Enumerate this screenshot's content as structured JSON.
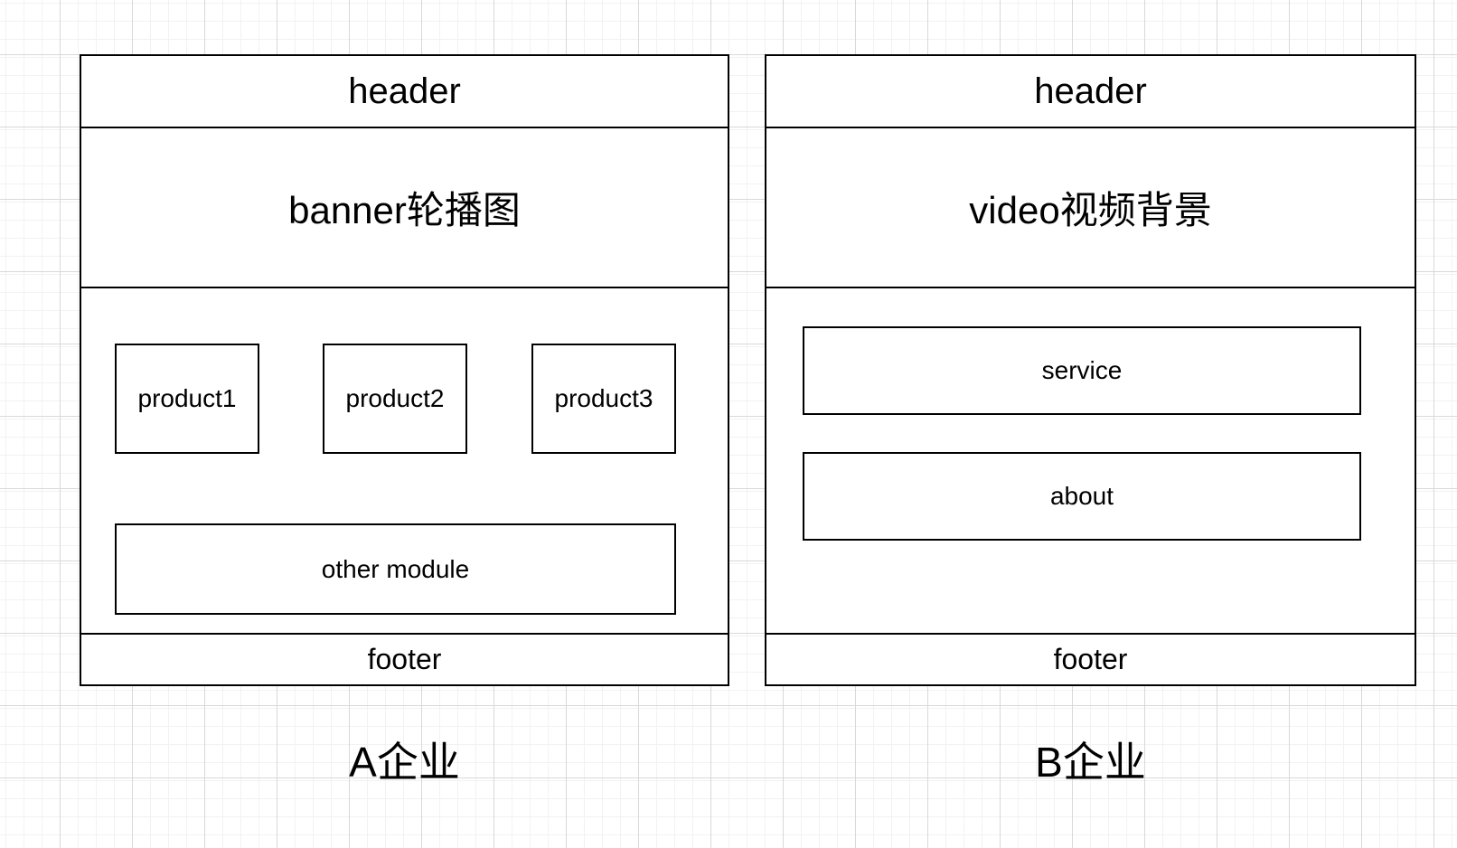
{
  "canvas": {
    "background_color": "#ffffff",
    "grid_minor_color": "#f2f2f2",
    "grid_major_color": "#d9d9d9",
    "stroke_color": "#000000"
  },
  "wireframes": [
    {
      "id": "A",
      "header_label": "header",
      "hero_label": "banner轮播图",
      "products": [
        "product1",
        "product2",
        "product3"
      ],
      "other_label": "other module",
      "footer_label": "footer",
      "caption": "A企业"
    },
    {
      "id": "B",
      "header_label": "header",
      "hero_label": "video视频背景",
      "sections": [
        "service",
        "about"
      ],
      "footer_label": "footer",
      "caption": "B企业"
    }
  ]
}
